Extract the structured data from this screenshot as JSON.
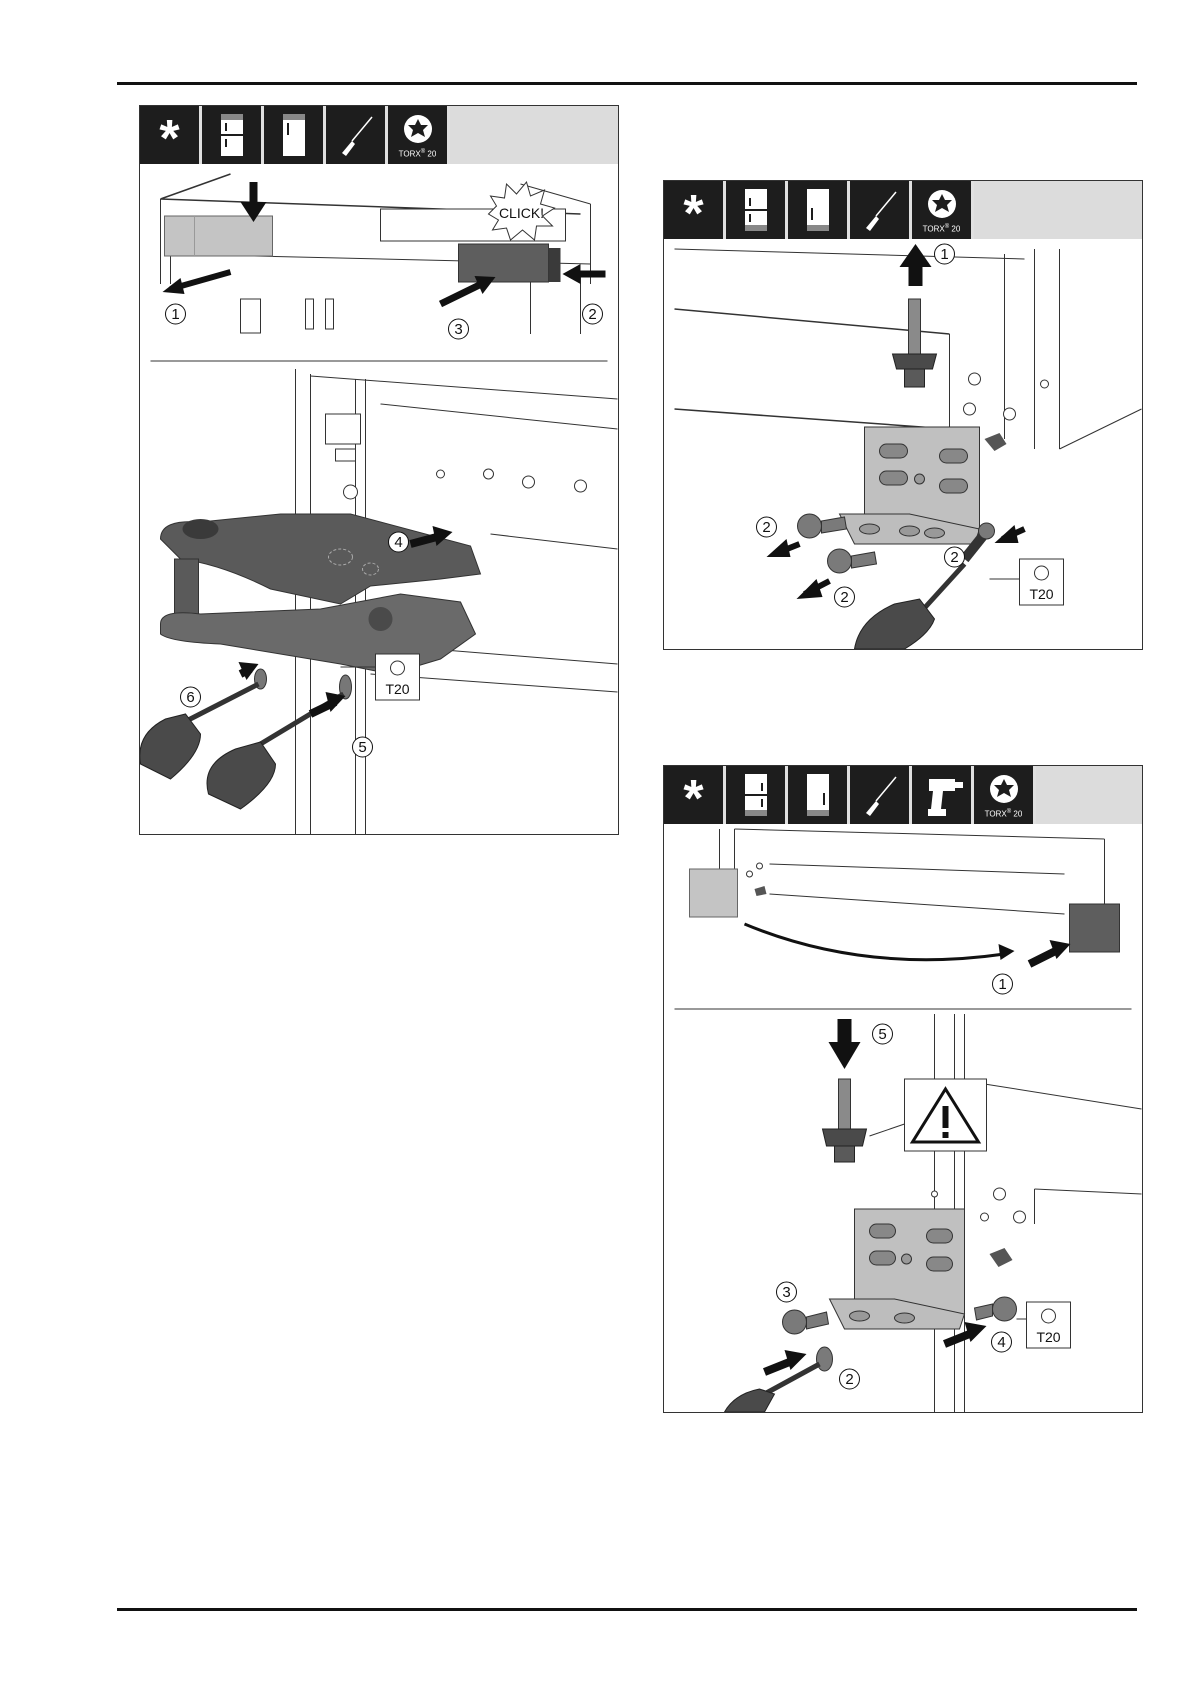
{
  "document": {
    "figures": [
      {
        "id": "fig-left",
        "toolbar": {
          "asterisk": "*",
          "torx_caption": "TORX",
          "torx_size": "20"
        },
        "callouts": [
          "1",
          "2",
          "3",
          "4",
          "5",
          "6"
        ],
        "click_label": "CLICK!",
        "bit_label": "T20"
      },
      {
        "id": "fig-right-top",
        "toolbar": {
          "asterisk": "*",
          "torx_caption": "TORX",
          "torx_size": "20"
        },
        "callouts": [
          "1",
          "2",
          "2",
          "2"
        ],
        "bit_label": "T20"
      },
      {
        "id": "fig-right-bottom",
        "toolbar": {
          "asterisk": "*",
          "torx_caption": "TORX",
          "torx_size": "20"
        },
        "callouts": [
          "1",
          "2",
          "3",
          "4",
          "5"
        ],
        "bit_label": "T20"
      }
    ]
  },
  "icons": {
    "asterisk": "asterisk-icon",
    "fridge_top": "fridge-door-top-icon",
    "fridge_tall": "fridge-door-tall-icon",
    "screwdriver": "screwdriver-icon",
    "drill": "cordless-drill-icon",
    "torx": "torx-bit-icon",
    "warning": "warning-triangle-icon"
  },
  "colors": {
    "toolbar_bg": "#1d1d1d",
    "toolbar_fill": "#dcdcdc",
    "part_dark": "#5a5a5a",
    "part_light": "#bdbdbd"
  }
}
